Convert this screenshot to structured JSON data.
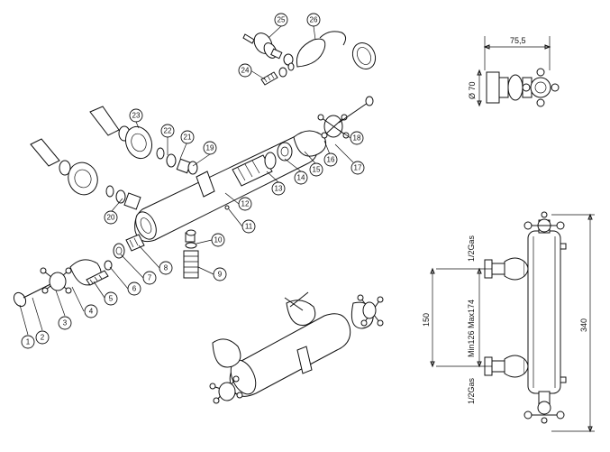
{
  "callouts": [
    "1",
    "2",
    "3",
    "4",
    "5",
    "6",
    "7",
    "8",
    "9",
    "10",
    "11",
    "12",
    "13",
    "14",
    "15",
    "16",
    "17",
    "18",
    "19",
    "20",
    "21",
    "22",
    "23",
    "24",
    "25",
    "26"
  ],
  "dimensions": {
    "side_width": "75,5",
    "side_diameter": "Ø 70",
    "total_height": "340",
    "inlet_spacing": "150",
    "inlet_range": "Min126  Max174",
    "top_inlet": "1/2Gas",
    "bottom_inlet": "1/2Gas"
  }
}
